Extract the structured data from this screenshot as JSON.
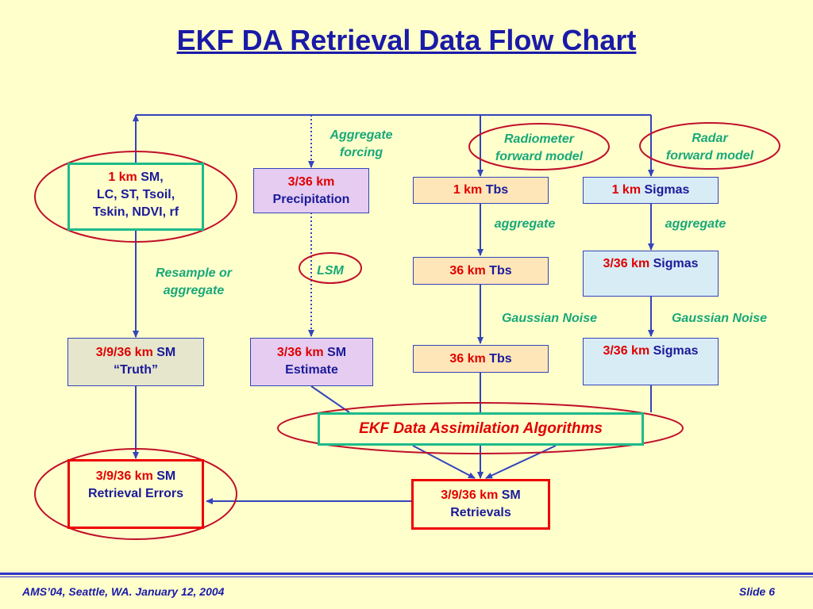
{
  "title": "EKF DA Retrieval Data Flow Chart",
  "boxes": {
    "input": {
      "l1_red": "1 km",
      "l1_blue": " SM,",
      "l2": "LC, ST, Tsoil,",
      "l3": "Tskin, NDVI, rf"
    },
    "precip": {
      "l1_red": "3/36 km",
      "l2": "Precipitation"
    },
    "tbs1": {
      "red": "1 km",
      "blue": " Tbs"
    },
    "sig1": {
      "red": "1 km",
      "blue": " Sigmas"
    },
    "tbs36a": {
      "red": "36 km",
      "blue": " Tbs"
    },
    "sig336a": {
      "red": "3/36 km",
      "blue": " Sigmas"
    },
    "truth": {
      "l1_red": "3/9/36 km",
      "l1_blue": " SM",
      "l2": "“Truth”"
    },
    "estimate": {
      "l1_red": "3/36 km",
      "l1_blue": " SM",
      "l2": "Estimate"
    },
    "tbs36b": {
      "red": "36 km",
      "blue": " Tbs"
    },
    "sig336b": {
      "red": "3/36 km",
      "blue": " Sigmas"
    },
    "ekf": "EKF Data Assimilation Algorithms",
    "errors": {
      "l1_red": "3/9/36 km",
      "l1_blue": " SM",
      "l2": "Retrieval Errors"
    },
    "retrievals": {
      "l1_red": "3/9/36 km",
      "l1_blue": " SM",
      "l2": "Retrievals"
    }
  },
  "labels": {
    "aggregate_forcing": [
      "Aggregate",
      "forcing"
    ],
    "radiometer": [
      "Radiometer",
      "forward model"
    ],
    "radar": [
      "Radar",
      "forward model"
    ],
    "aggregate1": "aggregate",
    "aggregate2": "aggregate",
    "lsm": "LSM",
    "resample": [
      "Resample or",
      "aggregate"
    ],
    "gauss1": "Gaussian Noise",
    "gauss2": "Gaussian Noise"
  },
  "footer": {
    "left": "AMS’04, Seattle, WA. January 12, 2004",
    "right": "Slide 6"
  },
  "colors": {
    "background": "#ffffcc",
    "title": "#1a1aa8",
    "label_green": "#18a878",
    "highlight_red": "#e00000",
    "ellipse": "#c0102a"
  }
}
